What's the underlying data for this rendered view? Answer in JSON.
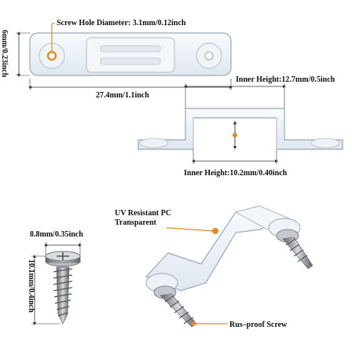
{
  "labels": {
    "screw_hole_diameter": "Screw Hole Diameter: 3.1mm/0.12inch",
    "clip_height": "6mm/0.23inch",
    "clip_length": "27.4mm/1.1inch",
    "inner_height": "Inner Height:12.7mm/0.5inch",
    "inner_width": "Inner Height:10.2mm/0.40inch",
    "uv_resistant_line1": "UV Resistant PC",
    "uv_resistant_line2": "Transparent",
    "screw_head": "8.8mm/0.35inch",
    "screw_length": "10.1mm/0.4inch",
    "rust_proof": "Rus–proof Screw"
  },
  "colors": {
    "clip_fill": "#eef3f8",
    "clip_stroke": "#9aa8b8",
    "accent_orange": "#e58a1f",
    "dimension_line": "#333333",
    "screw_metal": "#8c8f94"
  }
}
